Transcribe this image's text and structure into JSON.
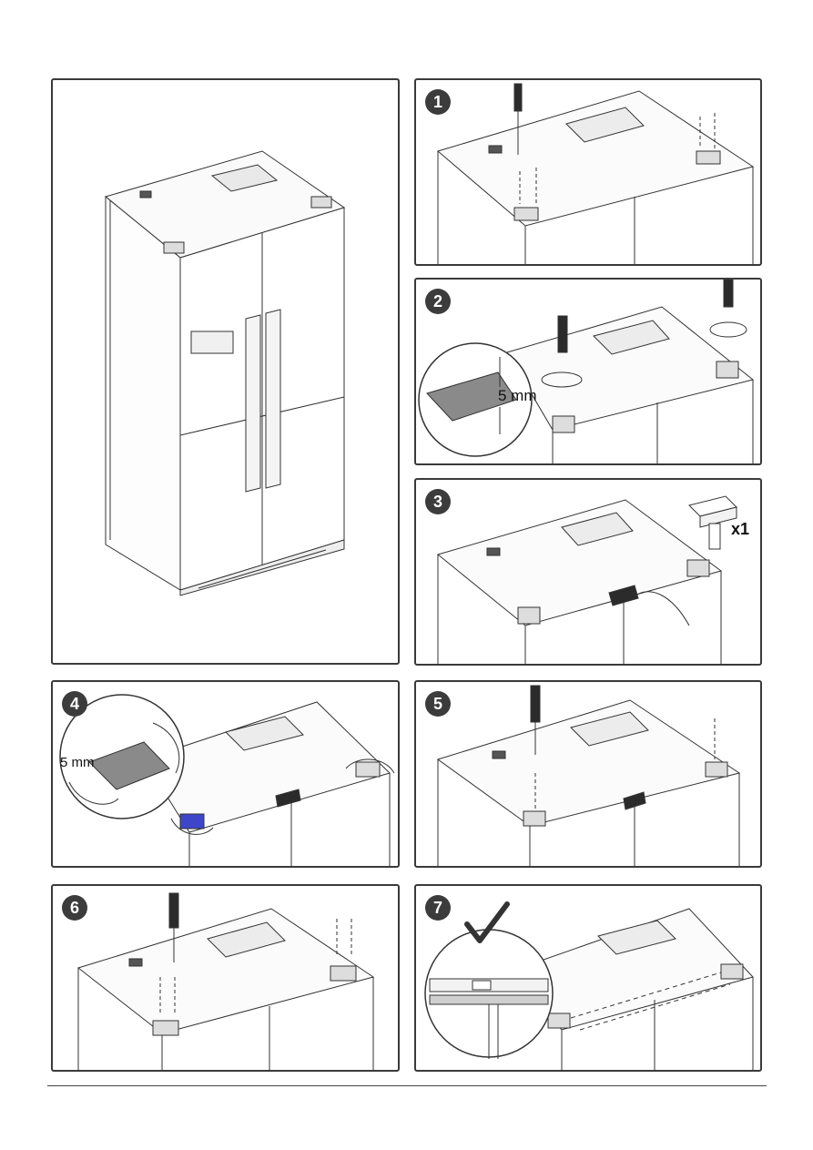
{
  "steps": [
    {
      "number": "1",
      "name": "remove-hinge-screws"
    },
    {
      "number": "2",
      "name": "adjust-height"
    },
    {
      "number": "3",
      "name": "place-spacer"
    },
    {
      "number": "4",
      "name": "rotate-adjusters"
    },
    {
      "number": "5",
      "name": "reinsert-screws"
    },
    {
      "number": "6",
      "name": "tighten-screws"
    },
    {
      "number": "7",
      "name": "level-check"
    }
  ],
  "labels": {
    "step2_measure": "5 mm",
    "step4_measure": "5 mm",
    "step3_quantity": "x1"
  },
  "icons": [
    "screwdriver-icon",
    "rotation-arrow-icon",
    "check-mark-icon",
    "spirit-level-icon",
    "hand-icon",
    "spacer-part-icon"
  ],
  "colors": {
    "border": "#3a3a3a",
    "badge": "#3c3c3c",
    "highlight": "#3d45c8",
    "dark_part": "#2b2b2b"
  }
}
